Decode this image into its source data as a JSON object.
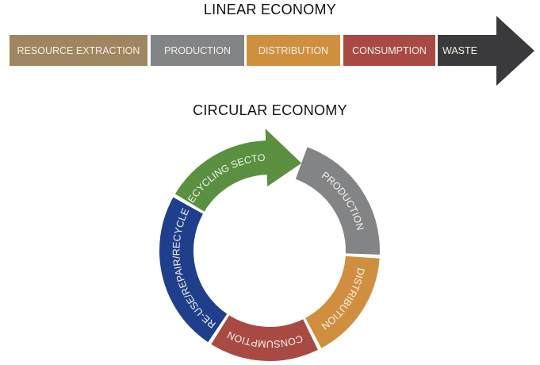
{
  "linear": {
    "title": "LINEAR ECONOMY",
    "stages": [
      {
        "label": "RESOURCE EXTRACTION",
        "color": "#9e8660"
      },
      {
        "label": "PRODUCTION",
        "color": "#838486"
      },
      {
        "label": "DISTRIBUTION",
        "color": "#d08f3f"
      },
      {
        "label": "CONSUMPTION",
        "color": "#a84a43"
      },
      {
        "label": "WASTE",
        "color": "#3a3a3c"
      }
    ]
  },
  "circular": {
    "title": "CIRCULAR ECONOMY",
    "stages": [
      {
        "label": "PRODUCTION",
        "color": "#838486"
      },
      {
        "label": "DISTRIBUTION",
        "color": "#d08f3f"
      },
      {
        "label": "CONSUMPTION",
        "color": "#a84a43"
      },
      {
        "label": "RE-USE/REPAIR/RECYCLE",
        "color": "#1f3f8c"
      },
      {
        "label": "RECYCLING SECTOR",
        "color": "#5a9040"
      }
    ]
  }
}
